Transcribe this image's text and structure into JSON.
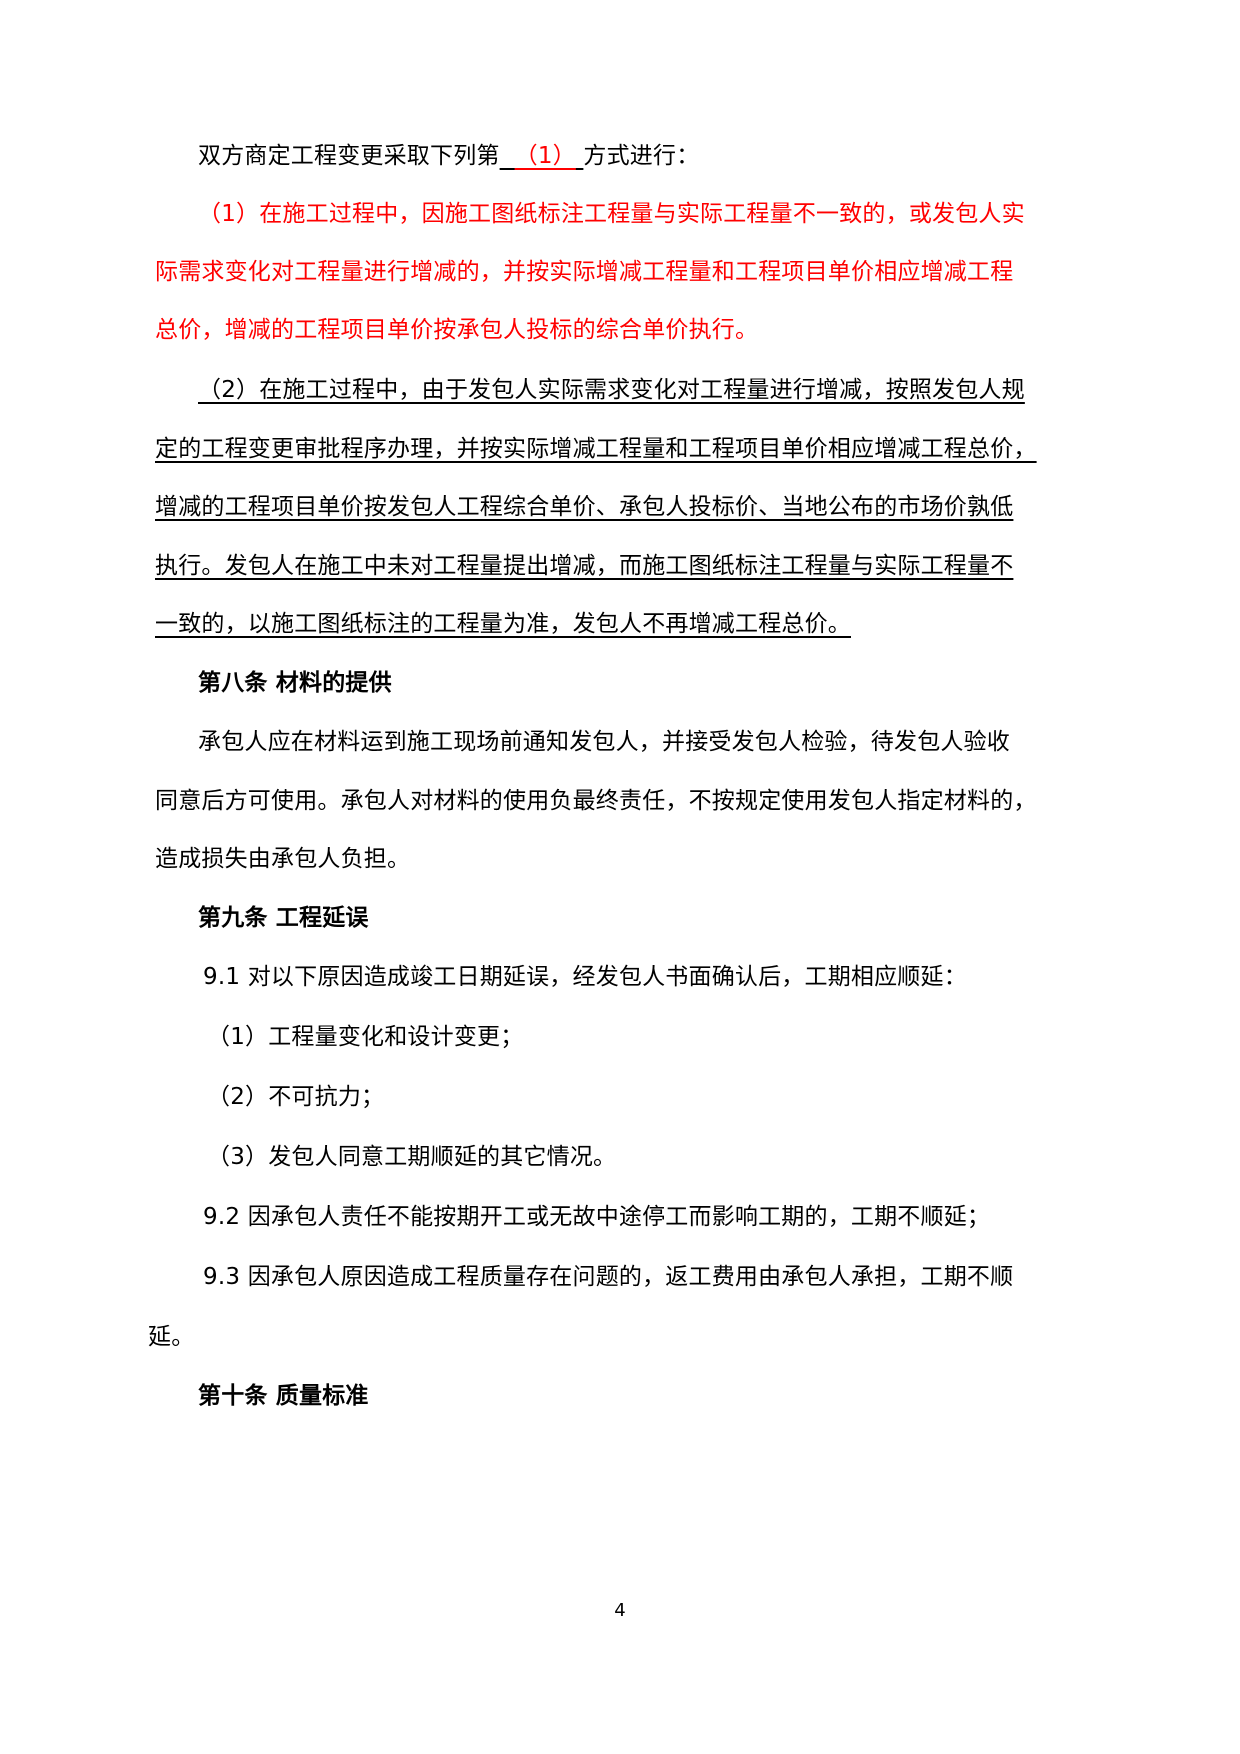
{
  "document": {
    "intro": {
      "before": "双方商定工程变更采取下列第",
      "blank_pad_left": "  ",
      "choice": "（1）",
      "blank_pad_right": " ",
      "after": "方式进行："
    },
    "option1": {
      "lines": [
        "（1）在施工过程中，因施工图纸标注工程量与实际工程量不一致的，或发包人实",
        "际需求变化对工程量进行增减的，并按实际增减工程量和工程项目单价相应增减工程",
        "总价，增减的工程项目单价按承包人投标的综合单价执行。"
      ],
      "color": "#ff0000"
    },
    "option2": {
      "lines": [
        "（2）在施工过程中，由于发包人实际需求变化对工程量进行增减，按照发包人规",
        "定的工程变更审批程序办理，并按实际增减工程量和工程项目单价相应增减工程总价，",
        "增减的工程项目单价按发包人工程综合单价、承包人投标价、当地公布的市场价孰低",
        "执行。发包人在施工中未对工程量提出增减，而施工图纸标注工程量与实际工程量不",
        "一致的，以施工图纸标注的工程量为准，发包人不再增减工程总价。 "
      ]
    },
    "article8": {
      "heading": "第八条 材料的提供",
      "lines": [
        "承包人应在材料运到施工现场前通知发包人，并接受发包人检验，待发包人验收",
        "同意后方可使用。承包人对材料的使用负最终责任，不按规定使用发包人指定材料的，",
        "造成损失由承包人负担。"
      ]
    },
    "article9": {
      "heading": "第九条 工程延误",
      "clause_9_1": "9.1 对以下原因造成竣工日期延误，经发包人书面确认后，工期相应顺延：",
      "items": [
        "（1）工程量变化和设计变更；",
        "（2）不可抗力；",
        "（3）发包人同意工期顺延的其它情况。"
      ],
      "clause_9_2": "9.2 因承包人责任不能按期开工或无故中途停工而影响工期的，工期不顺延；",
      "clause_9_3_lines": [
        "9.3 因承包人原因造成工程质量存在问题的，返工费用由承包人承担，工期不顺",
        "延。"
      ]
    },
    "article10": {
      "heading": "第十条 质量标准"
    },
    "page_number": "4"
  }
}
